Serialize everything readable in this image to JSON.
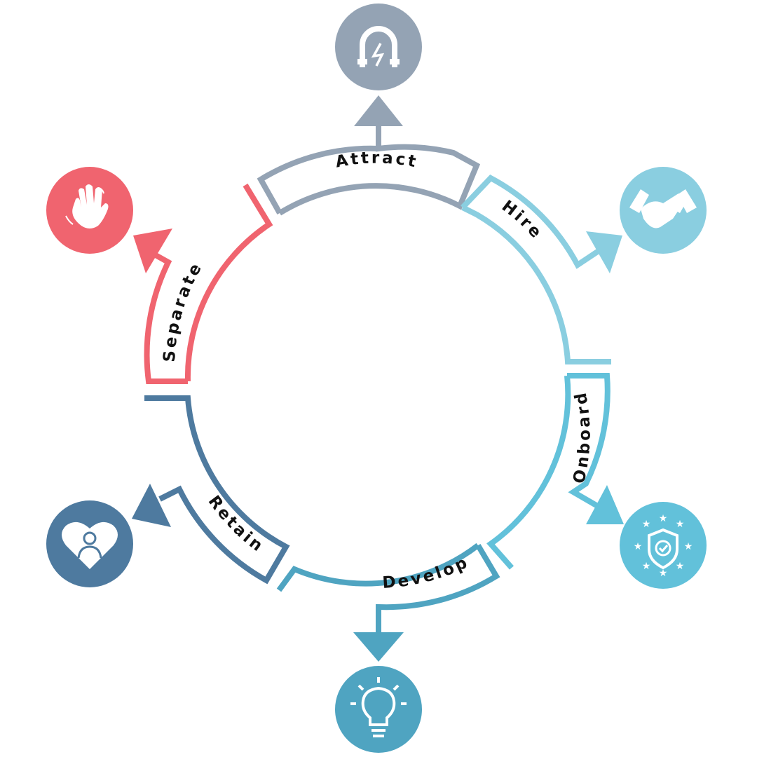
{
  "diagram": {
    "stages": [
      {
        "id": "attract",
        "label": "Attract",
        "color": "#94A3B4",
        "icon": "magnet-icon"
      },
      {
        "id": "hire",
        "label": "Hire",
        "color": "#8ACEE0",
        "icon": "handshake-icon"
      },
      {
        "id": "onboard",
        "label": "Onboard",
        "color": "#62C1DA",
        "icon": "shield-stars-icon"
      },
      {
        "id": "develop",
        "label": "Develop",
        "color": "#4FA4C1",
        "icon": "lightbulb-icon"
      },
      {
        "id": "retain",
        "label": "Retain",
        "color": "#4E7A9F",
        "icon": "heart-person-icon"
      },
      {
        "id": "separate",
        "label": "Separate",
        "color": "#F0646F",
        "icon": "waving-hand-icon"
      }
    ]
  }
}
